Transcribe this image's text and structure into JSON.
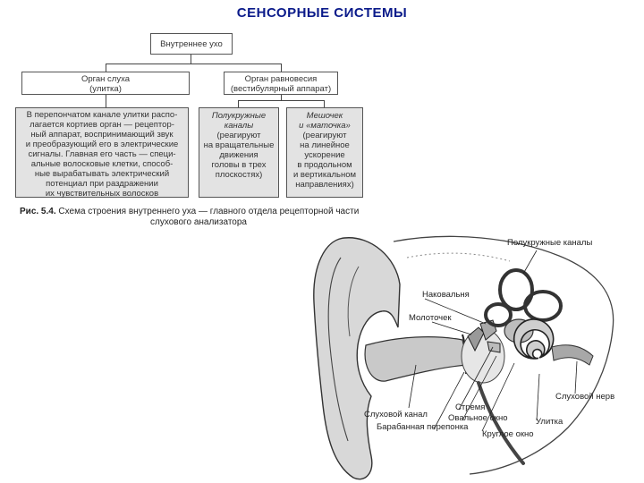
{
  "title": "СЕНСОРНЫЕ СИСТЕМЫ",
  "top_box": "Внутреннее ухо",
  "left_box": [
    "Орган слуха",
    "(улитка)"
  ],
  "right_box": [
    "Орган равновесия",
    "(вестибулярный аппарат)"
  ],
  "hearing_desc": [
    "В перепончатом канале улитки распо-",
    "лагается кортиев орган — рецептор-",
    "ный аппарат, воспринимающий звук",
    "и преобразующий его в электрические",
    "сигналы. Главная его часть — специ-",
    "альные волосковые клетки, способ-",
    "ные вырабатывать электрический",
    "потенциал при раздражении",
    "их чувствительных волосков"
  ],
  "canals_desc": [
    "Полукружные",
    "каналы",
    "(реагируют",
    "на вращательные",
    "движения",
    "головы в трех",
    "плоскостях)"
  ],
  "sac_desc": [
    "Мешочек",
    "и «маточка»",
    "(реагируют",
    "на линейное",
    "ускорение",
    "в продольном",
    "и вертикальном",
    "направлениях)"
  ],
  "caption": {
    "lead": "Рис. 5.4.",
    "line1": "Схема строения внутреннего уха — главного отдела рецепторной части",
    "line2": "слухового анализатора"
  },
  "ear_labels": {
    "semicircular": "Полукружные каналы",
    "anvil": "Наковальня",
    "hammer": "Молоточек",
    "stirrup": "Стремя",
    "auditory_canal": "Слуховой канал",
    "oval_window": "Овальное окно",
    "round_window": "Круглое окно",
    "eardrum": "Барабанная перепонка",
    "cochlea": "Улитка",
    "auditory_nerve": "Слуховой нерв"
  }
}
